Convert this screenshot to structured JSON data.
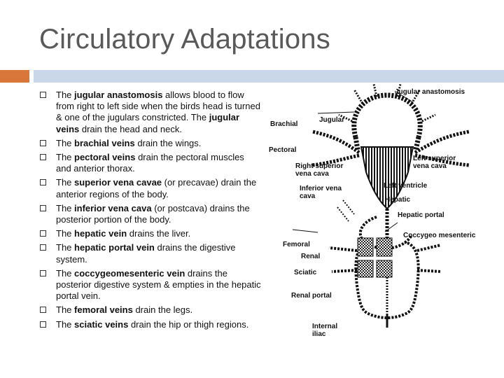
{
  "title": "Circulatory Adaptations",
  "colors": {
    "accent_orange": "#d9773b",
    "accent_blue": "#c9d7e8",
    "title_gray": "#595959"
  },
  "bullets": [
    {
      "pre": "The ",
      "bold": "jugular anastomosis",
      "post": " allows blood to flow from right to left side when the birds head is turned & one of the jugulars constricted. The ",
      "bold2": "jugular veins",
      "post2": " drain the head and neck."
    },
    {
      "pre": "The ",
      "bold": "brachial veins",
      "post": " drain the wings."
    },
    {
      "pre": "The ",
      "bold": "pectoral veins",
      "post": " drain the pectoral muscles and anterior thorax."
    },
    {
      "pre": "The ",
      "bold": "superior vena cavae",
      "post": " (or precavae) drain the anterior regions of the body."
    },
    {
      "pre": "The ",
      "bold": "inferior vena cava",
      "post": " (or postcava) drains the posterior portion of the body."
    },
    {
      "pre": "The ",
      "bold": "hepatic vein",
      "post": " drains the liver."
    },
    {
      "pre": "The ",
      "bold": "hepatic portal vein",
      "post": " drains the digestive system."
    },
    {
      "pre": "The ",
      "bold": "coccygeomesenteric vein",
      "post": " drains the posterior digestive system & empties in the hepatic portal vein."
    },
    {
      "pre": "The ",
      "bold": "femoral veins",
      "post": " drain the legs."
    },
    {
      "pre": "The ",
      "bold": "sciatic veins",
      "post": " drain the hip or thigh regions."
    }
  ],
  "diagram": {
    "labels": {
      "jugular_anastomosis": "Jugular anastomosis",
      "brachial": "Brachial",
      "jugular": "Jugular",
      "pectoral": "Pectoral",
      "left_superior_1": "Left superior",
      "left_superior_2": "vena cava",
      "right_superior_1": "Right superior",
      "right_superior_2": "vena cava",
      "inferior_1": "Inferior vena",
      "inferior_2": "cava",
      "left_ventricle": "Left ventricle",
      "hepatic": "Hepatic",
      "hepatic_portal": "Hepatic portal",
      "coccygeo": "Coccygeo mesenteric",
      "femoral": "Femoral",
      "renal": "Renal",
      "sciatic": "Sciatic",
      "renal_portal": "Renal portal",
      "internal_1": "Internal",
      "internal_2": "iliac"
    }
  }
}
